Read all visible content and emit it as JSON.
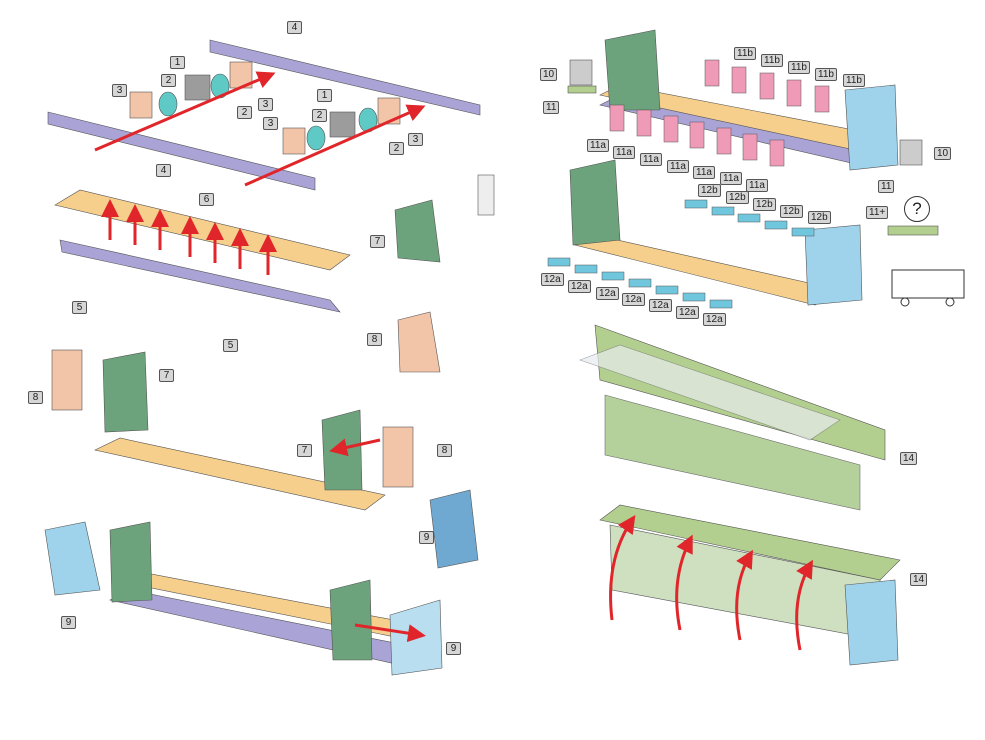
{
  "colors": {
    "frame": "#a9a3d6",
    "floor": "#f7cf8c",
    "wall": "#6da37c",
    "end": "#f2c4a8",
    "seat": "#ef9ab6",
    "tray": "#6fc6dd",
    "roof": "#b3cf8f",
    "cab": "#9fd3ec",
    "arrow": "#e0262a",
    "wheel": "#5fc9c6",
    "grey": "#9c9c9c"
  },
  "labels": {
    "chassis": [
      "4",
      "1",
      "2",
      "3",
      "3",
      "2",
      "1",
      "2",
      "3",
      "3",
      "2",
      "4"
    ],
    "floor": [
      "6",
      "5",
      "5",
      "7",
      "8"
    ],
    "walls": [
      "8",
      "7",
      "7",
      "8",
      "9"
    ],
    "ends": [
      "9",
      "9"
    ],
    "seats_top": [
      "10",
      "11",
      "11b",
      "11b",
      "11b",
      "11b",
      "11b",
      "11a",
      "11a",
      "11a",
      "11a",
      "11a",
      "11a",
      "11a",
      "10",
      "11",
      "11+"
    ],
    "seats_bottom": [
      "12b",
      "12b",
      "12b",
      "12b",
      "12b",
      "12a",
      "12a",
      "12a",
      "12a",
      "12a",
      "12a",
      "12a"
    ],
    "roof": [
      "14",
      "14"
    ],
    "question": "?"
  }
}
